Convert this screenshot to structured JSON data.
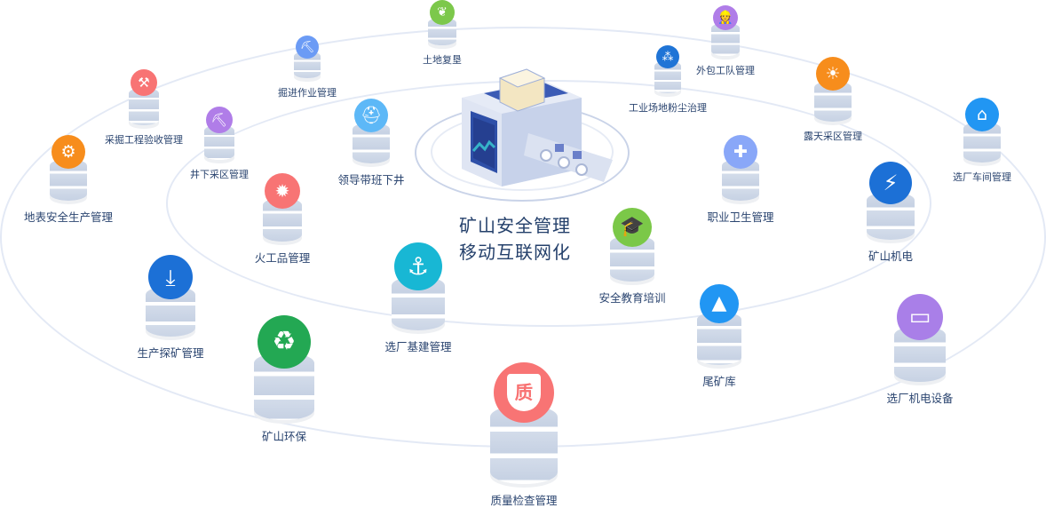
{
  "center": {
    "title_line1": "矿山安全管理",
    "title_line2": "移动互联网化"
  },
  "nodes": [
    {
      "label": "土地复垦",
      "icon": "plant-sprout-icon",
      "glyph": "❦",
      "color": "#7cc84b"
    },
    {
      "label": "掘进作业管理",
      "icon": "excavator-icon",
      "glyph": "⛏",
      "color": "#6b9bf5"
    },
    {
      "label": "外包工队管理",
      "icon": "worker-icon",
      "glyph": "👷",
      "color": "#b07de8"
    },
    {
      "label": "工业场地粉尘治理",
      "icon": "dust-icon",
      "glyph": "⁂",
      "color": "#1f74d6"
    },
    {
      "label": "采掘工程验收管理",
      "icon": "crossed-tools-icon",
      "glyph": "⚒",
      "color": "#f87474"
    },
    {
      "label": "露天采区管理",
      "icon": "sun-worker-icon",
      "glyph": "☀",
      "color": "#f78d1c"
    },
    {
      "label": "井下采区管理",
      "icon": "pickaxe-icon",
      "glyph": "⛏",
      "color": "#b07de8"
    },
    {
      "label": "领导带班下井",
      "icon": "helmet-worker-icon",
      "glyph": "⛑",
      "color": "#5db8f7"
    },
    {
      "label": "选厂车间管理",
      "icon": "house-gear-icon",
      "glyph": "⌂",
      "color": "#2196f3"
    },
    {
      "label": "地表安全生产管理",
      "icon": "shield-gear-icon",
      "glyph": "⚙",
      "color": "#f78d1c"
    },
    {
      "label": "职业卫生管理",
      "icon": "medical-kit-icon",
      "glyph": "✚",
      "color": "#89a7f8"
    },
    {
      "label": "矿山机电",
      "icon": "battery-charge-icon",
      "glyph": "⚡",
      "color": "#1c70d6"
    },
    {
      "label": "火工品管理",
      "icon": "explosion-icon",
      "glyph": "✹",
      "color": "#f87474"
    },
    {
      "label": "选厂基建管理",
      "icon": "crane-icon",
      "glyph": "⚓",
      "color": "#18b7d4"
    },
    {
      "label": "安全教育培训",
      "icon": "graduation-shield-icon",
      "glyph": "🎓",
      "color": "#7bc848"
    },
    {
      "label": "生产探矿管理",
      "icon": "drill-down-icon",
      "glyph": "⤓",
      "color": "#1c70d6"
    },
    {
      "label": "尾矿库",
      "icon": "mountain-water-icon",
      "glyph": "▲",
      "color": "#2196f3"
    },
    {
      "label": "选厂机电设备",
      "icon": "battery-icon",
      "glyph": "▭",
      "color": "#a97fe8"
    },
    {
      "label": "矿山环保",
      "icon": "recycle-icon",
      "glyph": "♻",
      "color": "#23a853"
    },
    {
      "label": "质量检查管理",
      "icon": "quality-shield-icon",
      "glyph": "质",
      "color": "#f87474"
    }
  ]
}
